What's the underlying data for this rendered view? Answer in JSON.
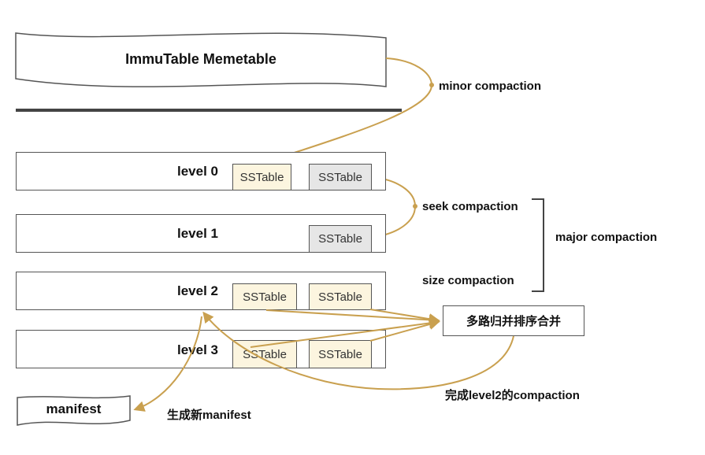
{
  "memtable": {
    "label": "ImmuTable Memetable"
  },
  "levels": [
    {
      "label": "level 0",
      "sstables": [
        {
          "label": "SSTable",
          "fill": "#fcf5df"
        },
        {
          "label": "SSTable",
          "fill": "#e6e6e6"
        }
      ]
    },
    {
      "label": "level 1",
      "sstables": [
        {
          "label": "SSTable",
          "fill": "#e6e6e6"
        }
      ]
    },
    {
      "label": "level 2",
      "sstables": [
        {
          "label": "SSTable",
          "fill": "#fcf5df"
        },
        {
          "label": "SSTable",
          "fill": "#fcf5df"
        }
      ]
    },
    {
      "label": "level 3",
      "sstables": [
        {
          "label": "SSTable",
          "fill": "#fcf5df"
        },
        {
          "label": "SSTable",
          "fill": "#fcf5df"
        }
      ]
    }
  ],
  "annotations": {
    "minor_compaction": "minor compaction",
    "seek_compaction": "seek compaction",
    "size_compaction": "size compaction",
    "major_compaction": "major compaction",
    "merge_step": "多路归并排序合并",
    "finish_step": "完成level2的compaction",
    "manifest_step": "生成新manifest"
  },
  "manifest": {
    "label": "manifest"
  },
  "colors": {
    "arrow": "#c9a04f",
    "border": "#555555",
    "divider": "#444444",
    "text": "#111111"
  }
}
